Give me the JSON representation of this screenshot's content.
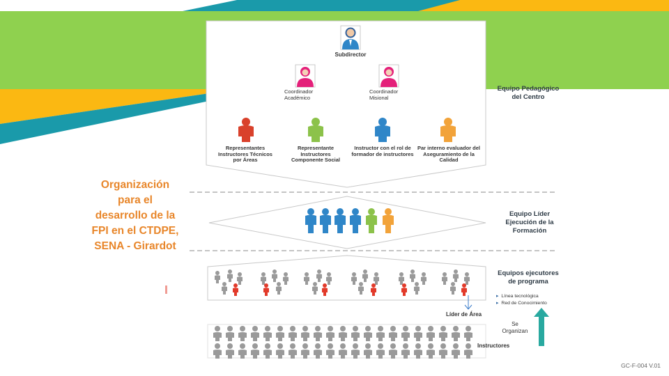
{
  "side_title": "Organización para el desarrollo de la FPI en el CTDPE, SENA - Girardot",
  "top_box": {
    "subdirector": "Subdirector",
    "coordinators": [
      {
        "label": "Coordinador Académico",
        "color": "#e4207a"
      },
      {
        "label": "Coordinador Misional",
        "color": "#e4207a"
      }
    ],
    "team": [
      {
        "label": "Representantes Instructores Técnicos por Áreas",
        "color": "#d9412b"
      },
      {
        "label": "Representante Instructores Componente Social",
        "color": "#8cc24a"
      },
      {
        "label": "Instructor con el rol de formador de instructores",
        "color": "#2f86c8"
      },
      {
        "label": "Par interno evaluador del Aseguramiento de la Calidad",
        "color": "#f2a33a"
      }
    ]
  },
  "right_labels": {
    "pedagogic": "Equipo Pedagógico del Centro",
    "leader": "Equipo Líder Ejecución de la Formación",
    "executors": "Equipos ejecutores de programa"
  },
  "bullets": [
    "Línea tecnológica",
    "Red de Conocimiento"
  ],
  "lider_area": "Líder de Área",
  "se_organizan": "Se Organizan",
  "instructores": "Instructores",
  "footer_code": "GC-F-004 V.01",
  "colors": {
    "green_band": "#8fd14f",
    "teal": "#1a9aaa",
    "yellow": "#fbb812",
    "orange_title": "#e8862a",
    "gray_figure": "#9a9a9a",
    "red_figure": "#e23a2a",
    "arrow": "#29a9a0"
  }
}
